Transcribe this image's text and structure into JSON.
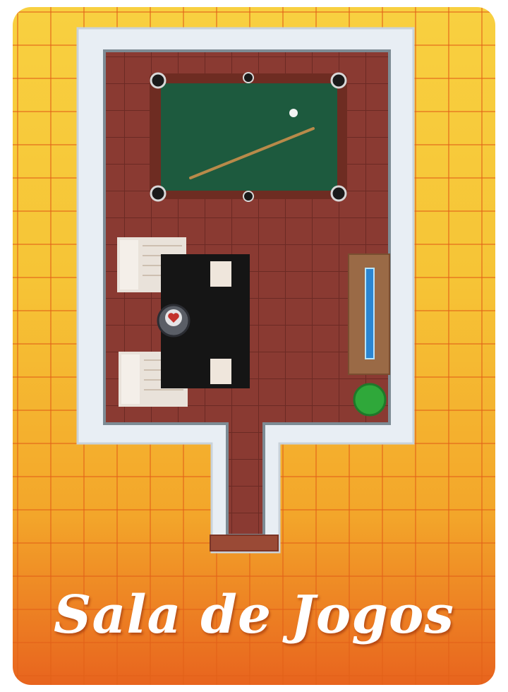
{
  "card": {
    "title": "Sala de Jogos"
  },
  "room": {
    "furniture": [
      "pool-table",
      "cue-stick",
      "cue-ball",
      "armchair",
      "armchair",
      "coffee-table",
      "side-stool",
      "side-stool",
      "ashtray",
      "aquarium",
      "plant",
      "doormat"
    ]
  },
  "colors": {
    "card_top": "#f8d040",
    "card_bottom": "#e8641e",
    "grid_lines": "#e26018",
    "wall": "#e8eef4",
    "floor": "#8a3a32",
    "felt": "#1d5a3e",
    "title_text": "#ffffff"
  }
}
